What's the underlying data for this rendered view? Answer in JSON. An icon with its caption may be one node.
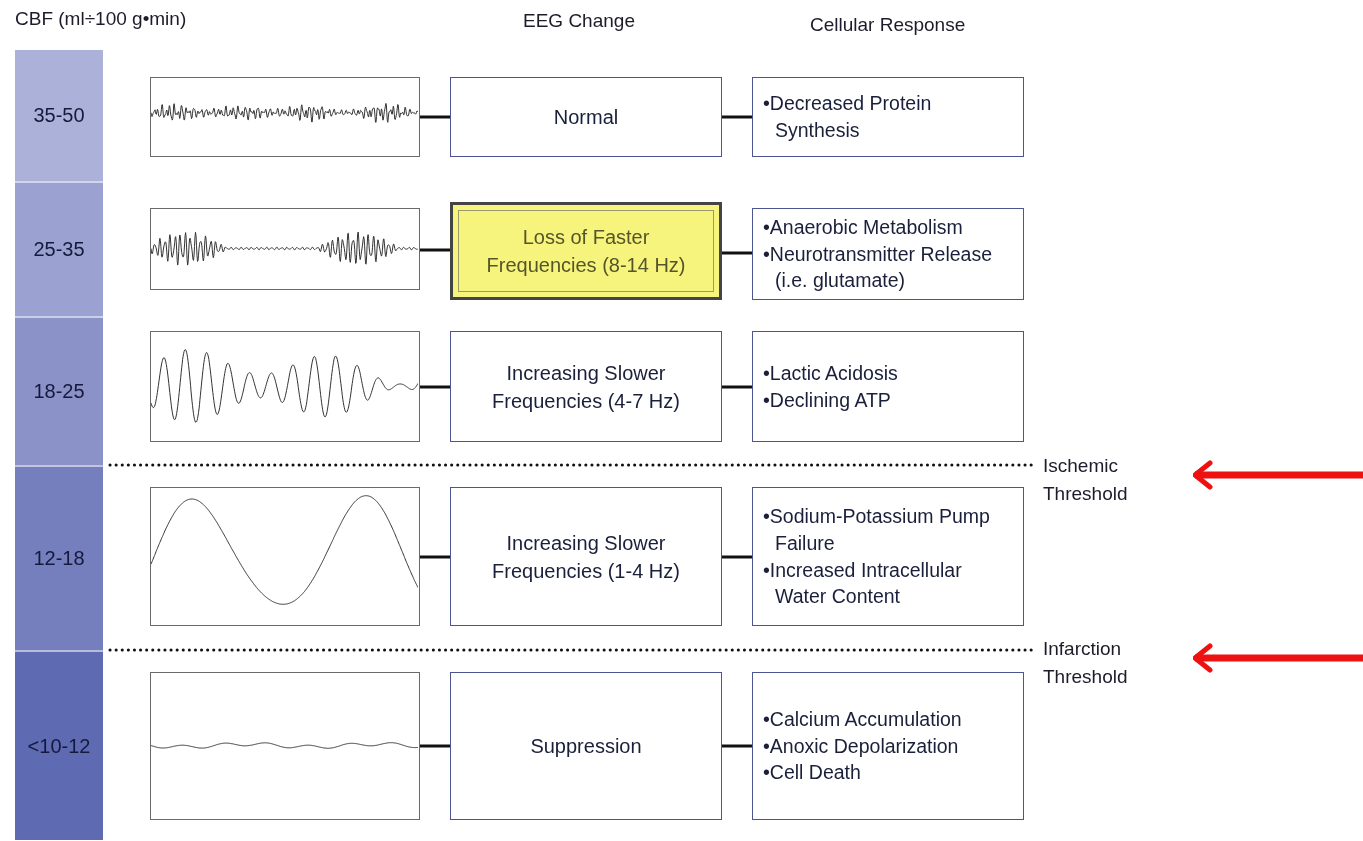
{
  "diagram": {
    "nodes": [
      {
        "text": [
          "35-50"
        ]
      },
      {
        "text": [],
        "shape": "picture"
      },
      {
        "text": [
          "Normal"
        ]
      },
      {
        "text": [
          "•Decreased Protein Synthesis"
        ]
      },
      {
        "text": [
          "25-35"
        ]
      },
      {
        "text": [],
        "shape": "picture"
      },
      {
        "text": [
          "Loss of Faster Frequencies (8-14 Hz)"
        ]
      },
      {
        "text": [
          "•Anaerobic Metabolism",
          "•Neurotransmitter Release (i.e. glutamate)"
        ]
      },
      {
        "text": [
          "18-25"
        ]
      },
      {
        "text": [],
        "shape": "picture"
      },
      {
        "text": [
          "Increasing Slower Frequencies (4-7 Hz)"
        ]
      },
      {
        "text": [
          "•Lactic Acidosis",
          "•Declining ATP"
        ]
      },
      {
        "text": [
          "12-18"
        ]
      },
      {
        "text": [],
        "shape": "picture"
      },
      {
        "text": [
          "Increasing Slower Frequencies (1-4 Hz)"
        ]
      },
      {
        "text": [
          "•Sodium-Potassium Pump Failure",
          "•Increased Intracellular Water Content"
        ]
      },
      {
        "text": [
          "<10-12"
        ]
      },
      {
        "text": [],
        "shape": "picture"
      },
      {
        "text": [
          "Suppression"
        ]
      },
      {
        "text": [
          "•Calcium Accumulation",
          "•Anoxic Depolarization",
          "•Cell Death"
        ]
      },
      {
        "text": [
          "Ischemic Threshold"
        ]
      },
      {
        "text": [
          "Infarction Threshold"
        ]
      }
    ],
    "edges": [
      {
        "from": 1,
        "to": 2,
        "arrow": "none"
      },
      {
        "from": 2,
        "to": 3,
        "arrow": "none"
      },
      {
        "from": 5,
        "to": 6,
        "arrow": "none"
      },
      {
        "from": 6,
        "to": 7,
        "arrow": "none"
      },
      {
        "from": 9,
        "to": 10,
        "arrow": "none"
      },
      {
        "from": 10,
        "to": 11,
        "arrow": "none"
      },
      {
        "from": 13,
        "to": 14,
        "arrow": "none"
      },
      {
        "from": 14,
        "to": 15,
        "arrow": "none"
      },
      {
        "from": 17,
        "to": 18,
        "arrow": "none"
      },
      {
        "from": 18,
        "to": 19,
        "arrow": "none"
      },
      {
        "from": null,
        "to": 20,
        "arrow": "to",
        "style": "thick",
        "color": "#ee1111"
      },
      {
        "from": null,
        "to": 21,
        "arrow": "to",
        "style": "thick",
        "color": "#ee1111"
      }
    ],
    "labels": [
      "CBF (ml÷100 g•min)",
      "EEG Change",
      "Cellular Response"
    ]
  }
}
